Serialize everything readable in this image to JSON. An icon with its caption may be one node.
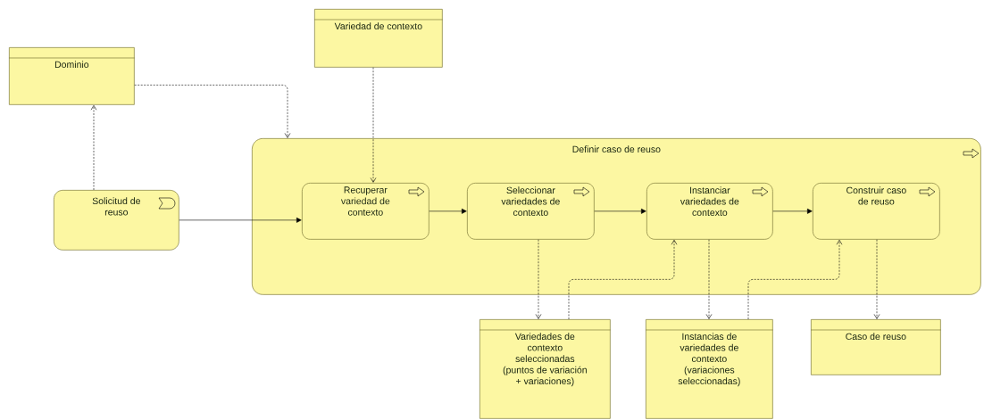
{
  "diagram": {
    "nodes": [
      {
        "text": [
          "Dominio"
        ]
      },
      {
        "text": [
          "Variedad de contexto"
        ]
      },
      {
        "text": [
          "Definir caso de reuso"
        ]
      },
      {
        "text": [
          "Solicitud de reuso"
        ]
      },
      {
        "text": [
          "Recuperar variedad de contexto"
        ],
        "in": 2
      },
      {
        "text": [
          "Seleccionar variedades de contexto"
        ],
        "in": 2
      },
      {
        "text": [
          "Instanciar variedades de contexto"
        ],
        "in": 2
      },
      {
        "text": [
          "Construir caso de reuso"
        ],
        "in": 2
      },
      {
        "text": [
          "Variedades de contexto seleccionadas (puntos de variación + variaciones)"
        ]
      },
      {
        "text": [
          "Instancias de variedades de contexto (variaciones seleccionadas)"
        ]
      },
      {
        "text": [
          "Caso de reuso"
        ]
      }
    ],
    "edges": [
      {
        "from": 3,
        "to": 0,
        "arrow": "to",
        "style": "dashed"
      },
      {
        "from": 0,
        "to": 2,
        "arrow": "to",
        "style": "dashed"
      },
      {
        "from": 1,
        "to": 4,
        "arrow": "to",
        "style": "dashed"
      },
      {
        "from": 3,
        "to": 4,
        "arrow": "to"
      },
      {
        "from": 4,
        "to": 5,
        "arrow": "to"
      },
      {
        "from": 5,
        "to": 6,
        "arrow": "to"
      },
      {
        "from": 6,
        "to": 7,
        "arrow": "to"
      },
      {
        "from": 5,
        "to": 8,
        "arrow": "to",
        "style": "dashed"
      },
      {
        "from": 8,
        "to": 6,
        "arrow": "to",
        "style": "dashed"
      },
      {
        "from": 6,
        "to": 9,
        "arrow": "to",
        "style": "dashed"
      },
      {
        "from": 9,
        "to": 7,
        "arrow": "to",
        "style": "dashed"
      },
      {
        "from": 7,
        "to": 10,
        "arrow": "to",
        "style": "dashed"
      }
    ]
  }
}
